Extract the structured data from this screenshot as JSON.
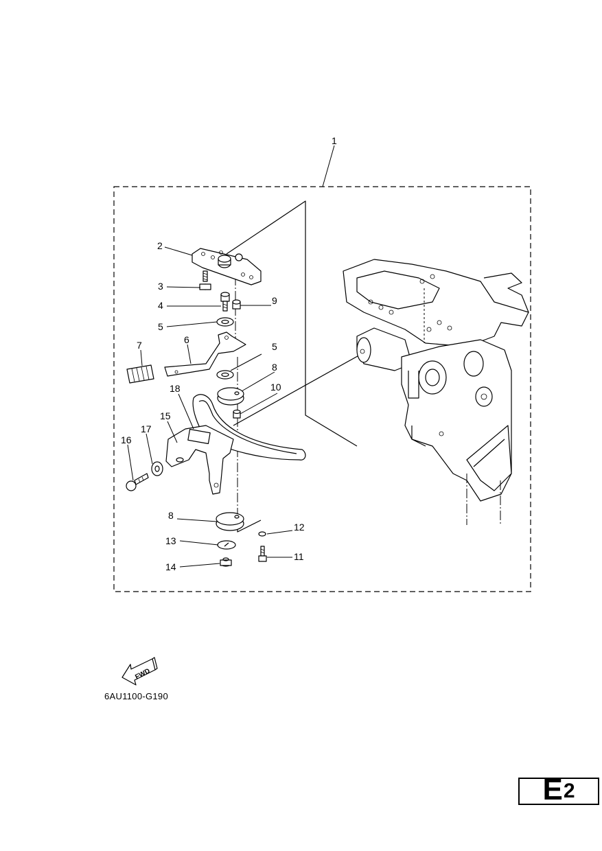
{
  "diagram": {
    "callouts": [
      "1",
      "2",
      "3",
      "4",
      "5",
      "6",
      "7",
      "5",
      "8",
      "9",
      "10",
      "18",
      "15",
      "17",
      "16",
      "8",
      "12",
      "13",
      "11",
      "14"
    ]
  },
  "fwd_label": "FWD",
  "drawing_code": "6AU1100-G190",
  "section": {
    "letter": "E",
    "number": "2"
  }
}
